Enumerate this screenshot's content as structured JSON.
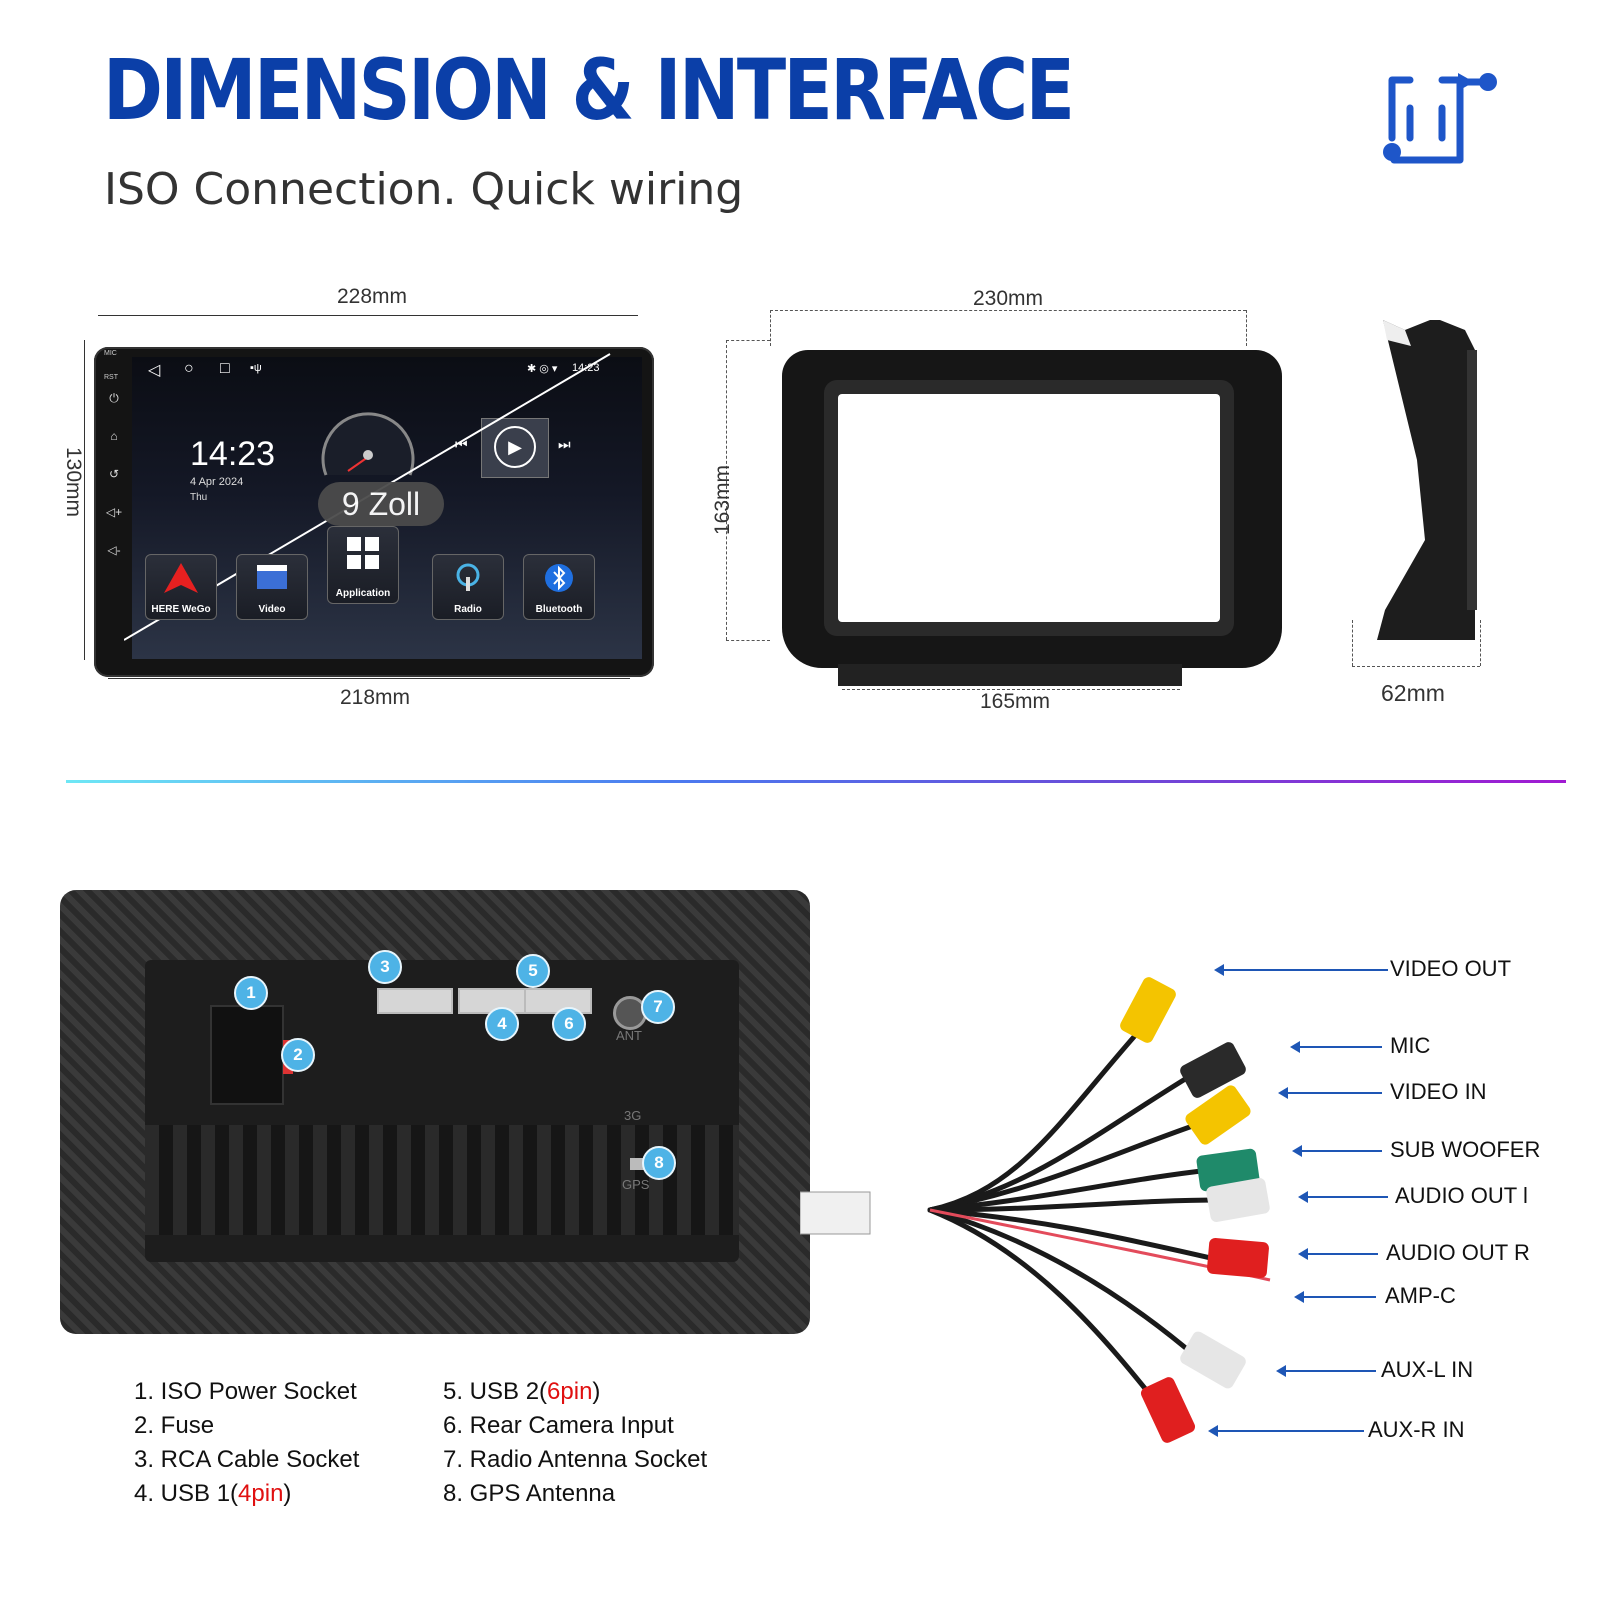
{
  "header": {
    "title": "DIMENSION & INTERFACE",
    "subtitle": "ISO Connection. Quick wiring",
    "icon": "connection-icon",
    "accent_color": "#0b3fa8"
  },
  "dimensions": {
    "unit_top_width": "228mm",
    "unit_bottom_width": "218mm",
    "unit_height": "130mm",
    "frame_width": "230mm",
    "frame_height": "163mm",
    "frame_bottom_width": "165mm",
    "depth": "62mm"
  },
  "screen": {
    "status_time": "14:23",
    "clock": "14:23",
    "date": "4 Apr 2024",
    "day": "Thu",
    "badge": "9 Zoll",
    "side_buttons": [
      "MIC",
      "RST"
    ],
    "apps": [
      "HERE WeGo",
      "Video",
      "Application",
      "Radio",
      "Bluetooth"
    ]
  },
  "rear_panel": {
    "badges": [
      "1",
      "2",
      "3",
      "4",
      "5",
      "6",
      "7",
      "8"
    ],
    "ant_label": "ANT",
    "gps_label": "GPS",
    "num_label": "3G"
  },
  "legend": {
    "items": [
      {
        "prefix": "1. ISO Power Socket",
        "highlight": "",
        "suffix": ""
      },
      {
        "prefix": "2. Fuse",
        "highlight": "",
        "suffix": ""
      },
      {
        "prefix": "3. RCA Cable Socket",
        "highlight": "",
        "suffix": ""
      },
      {
        "prefix": "4. USB 1(",
        "highlight": "4pin",
        "suffix": ")"
      },
      {
        "prefix": "5. USB 2(",
        "highlight": "6pin",
        "suffix": ")"
      },
      {
        "prefix": "6. Rear Camera Input",
        "highlight": "",
        "suffix": ""
      },
      {
        "prefix": "7. Radio Antenna Socket",
        "highlight": "",
        "suffix": ""
      },
      {
        "prefix": "8. GPS Antenna",
        "highlight": "",
        "suffix": ""
      }
    ],
    "highlight_color": "#e01010"
  },
  "cable": {
    "labels": [
      "VIDEO OUT",
      "MIC",
      "VIDEO IN",
      "SUB WOOFER",
      "AUDIO OUT l",
      "AUDIO OUT R",
      "AMP-C",
      "AUX-L IN",
      "AUX-R IN"
    ],
    "arrow_color": "#1e56b5"
  }
}
